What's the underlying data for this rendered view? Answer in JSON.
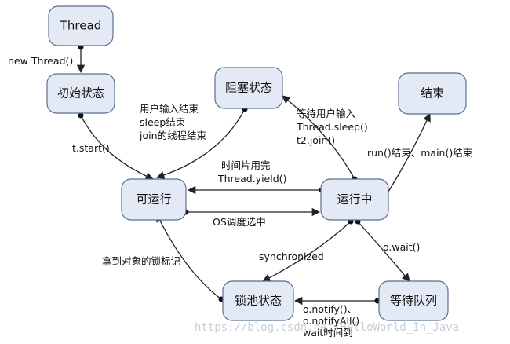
{
  "states": {
    "thread": "Thread",
    "init": "初始状态",
    "blocked": "阻塞状态",
    "end": "结束",
    "runnable": "可运行",
    "running": "运行中",
    "lockpool": "锁池状态",
    "waitqueue": "等待队列"
  },
  "edges": {
    "new_thread": "new Thread()",
    "start": "t.start()",
    "blocked_return": [
      "用户输入结束",
      "sleep结束",
      "join的线程结束"
    ],
    "to_blocked": [
      "等待用户输入",
      "Thread.sleep()",
      "t2.join()"
    ],
    "to_end": "run()结束、main()结束",
    "yield": [
      "时间片用完",
      "Thread.yield()"
    ],
    "scheduled": "OS调度选中",
    "synchronized": "synchronized",
    "wait": "o.wait()",
    "got_lock": "拿到对象的锁标记",
    "notify": [
      "o.notify()、",
      "o.notifyAll()",
      "wait时间到"
    ]
  },
  "watermark": "https://blog.csdn.net/HelloWorld_In_Java"
}
